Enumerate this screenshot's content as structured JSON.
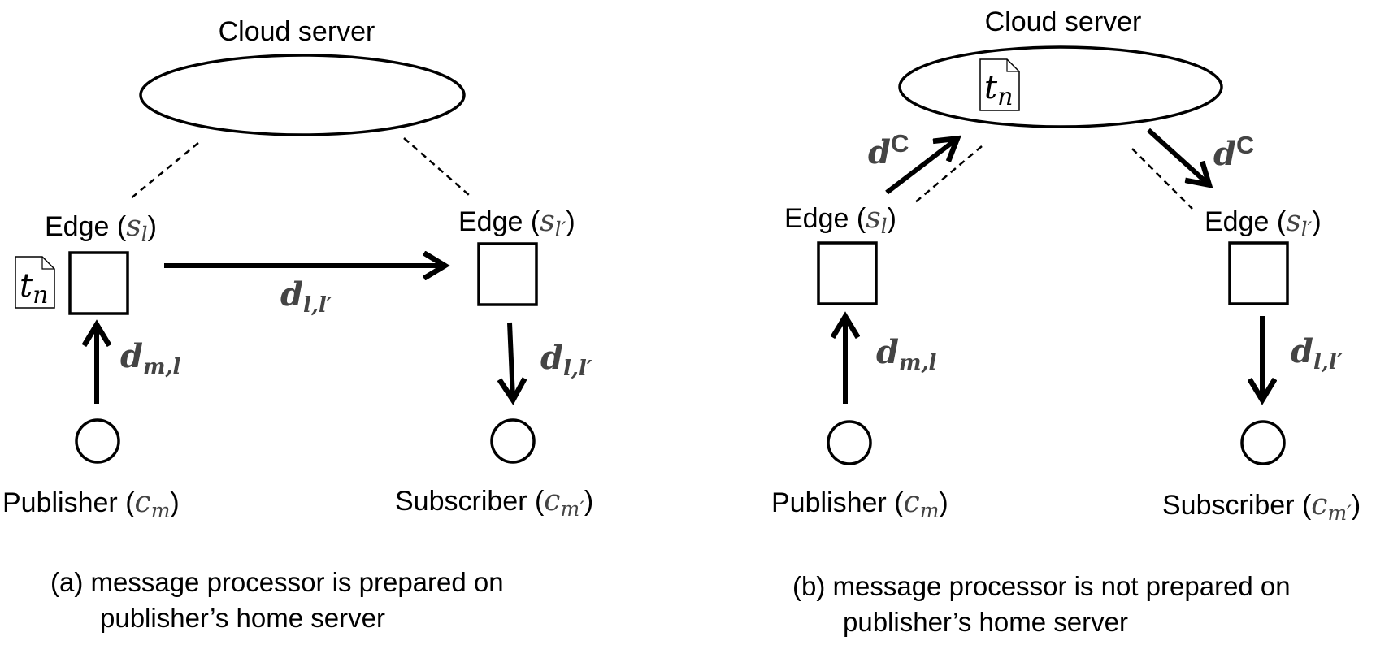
{
  "panel_a": {
    "cloud_label": "Cloud server",
    "edge_left": {
      "label": "Edge (",
      "var": "s",
      "sub": "l",
      "close": ")"
    },
    "edge_right": {
      "label": "Edge (",
      "var": "s",
      "sub": "l′",
      "close": ")"
    },
    "task": {
      "var": "t",
      "sub": "n"
    },
    "arrow_edge_to_edge": {
      "var": "d",
      "sub": "l,l′"
    },
    "arrow_publisher_up": {
      "var": "d",
      "sub": "m,l"
    },
    "arrow_edge_down": {
      "var": "d",
      "sub": "l,l′"
    },
    "publisher": {
      "label": "Publisher (",
      "var": "c",
      "sub": "m",
      "close": ")"
    },
    "subscriber": {
      "label": "Subscriber (",
      "var": "c",
      "sub": "m′",
      "close": ")"
    },
    "caption_line1": "(a) message processor is prepared on",
    "caption_line2": "publisher’s home server"
  },
  "panel_b": {
    "cloud_label": "Cloud server",
    "task": {
      "var": "t",
      "sub": "n"
    },
    "edge_left": {
      "label": "Edge (",
      "var": "s",
      "sub": "l",
      "close": ")"
    },
    "edge_right": {
      "label": "Edge (",
      "var": "s",
      "sub": "l′",
      "close": ")"
    },
    "arrow_to_cloud": {
      "var": "d",
      "sup": "C"
    },
    "arrow_from_cloud": {
      "var": "d",
      "sup": "C"
    },
    "arrow_publisher_up": {
      "var": "d",
      "sub": "m,l"
    },
    "arrow_edge_down": {
      "var": "d",
      "sub": "l,l′"
    },
    "publisher": {
      "label": "Publisher (",
      "var": "c",
      "sub": "m",
      "close": ")"
    },
    "subscriber": {
      "label": "Subscriber (",
      "var": "c",
      "sub": "m′",
      "close": ")"
    },
    "caption_line1": "(b) message processor is not prepared on",
    "caption_line2": "publisher’s home server"
  }
}
